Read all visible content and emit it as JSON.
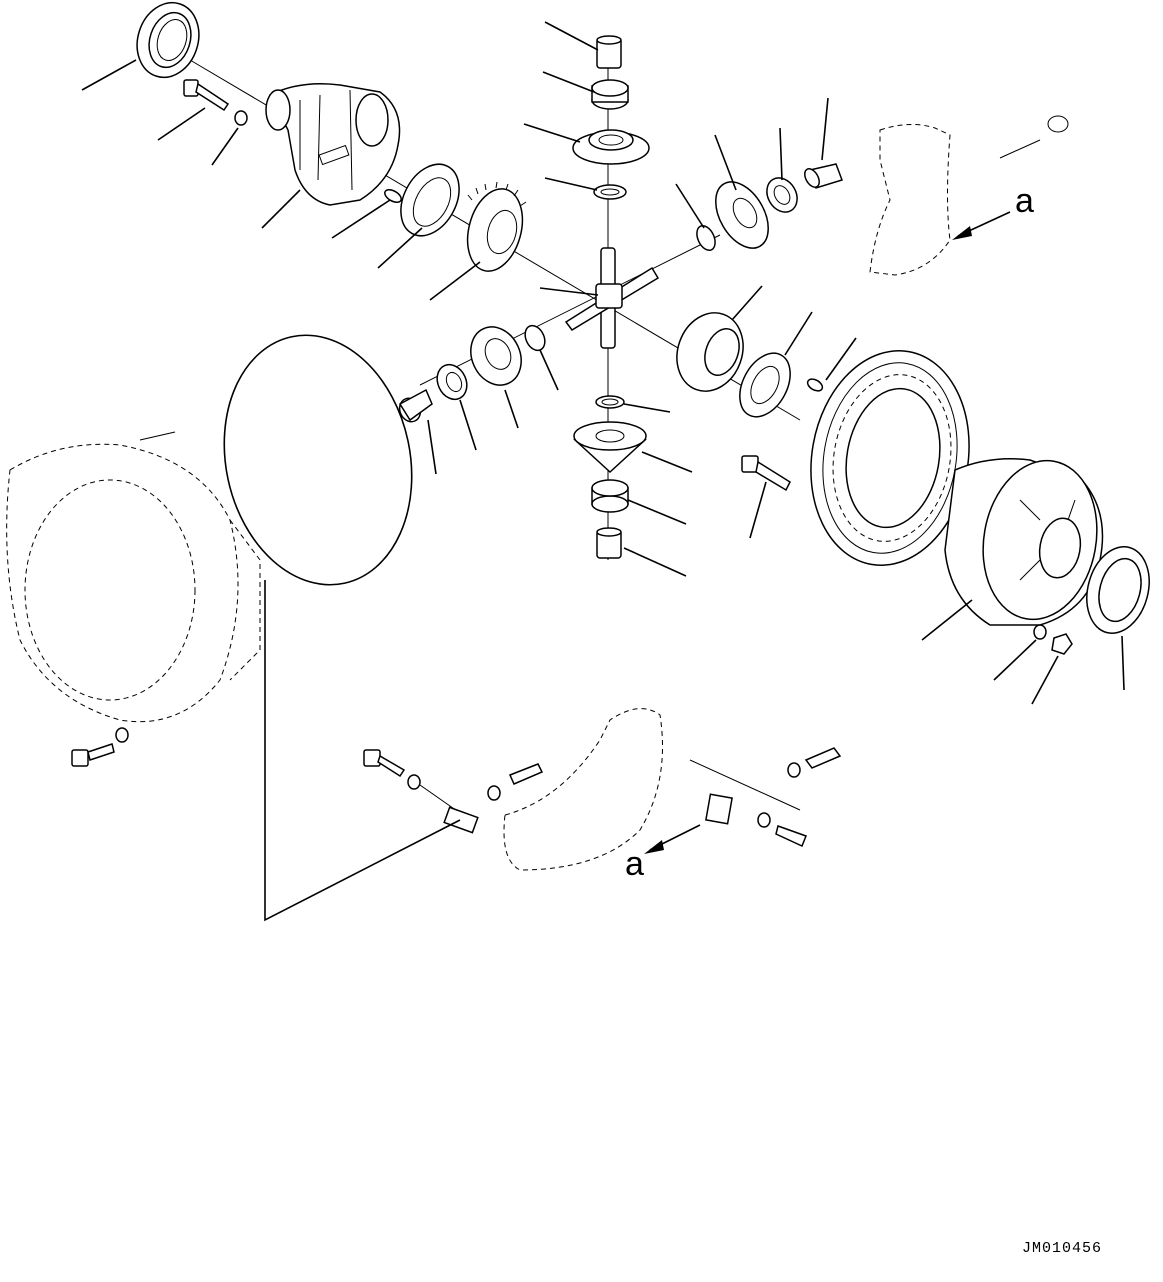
{
  "view_labels": {
    "a_upper": "a",
    "a_lower": "a"
  },
  "drawing_code": "JM010456"
}
